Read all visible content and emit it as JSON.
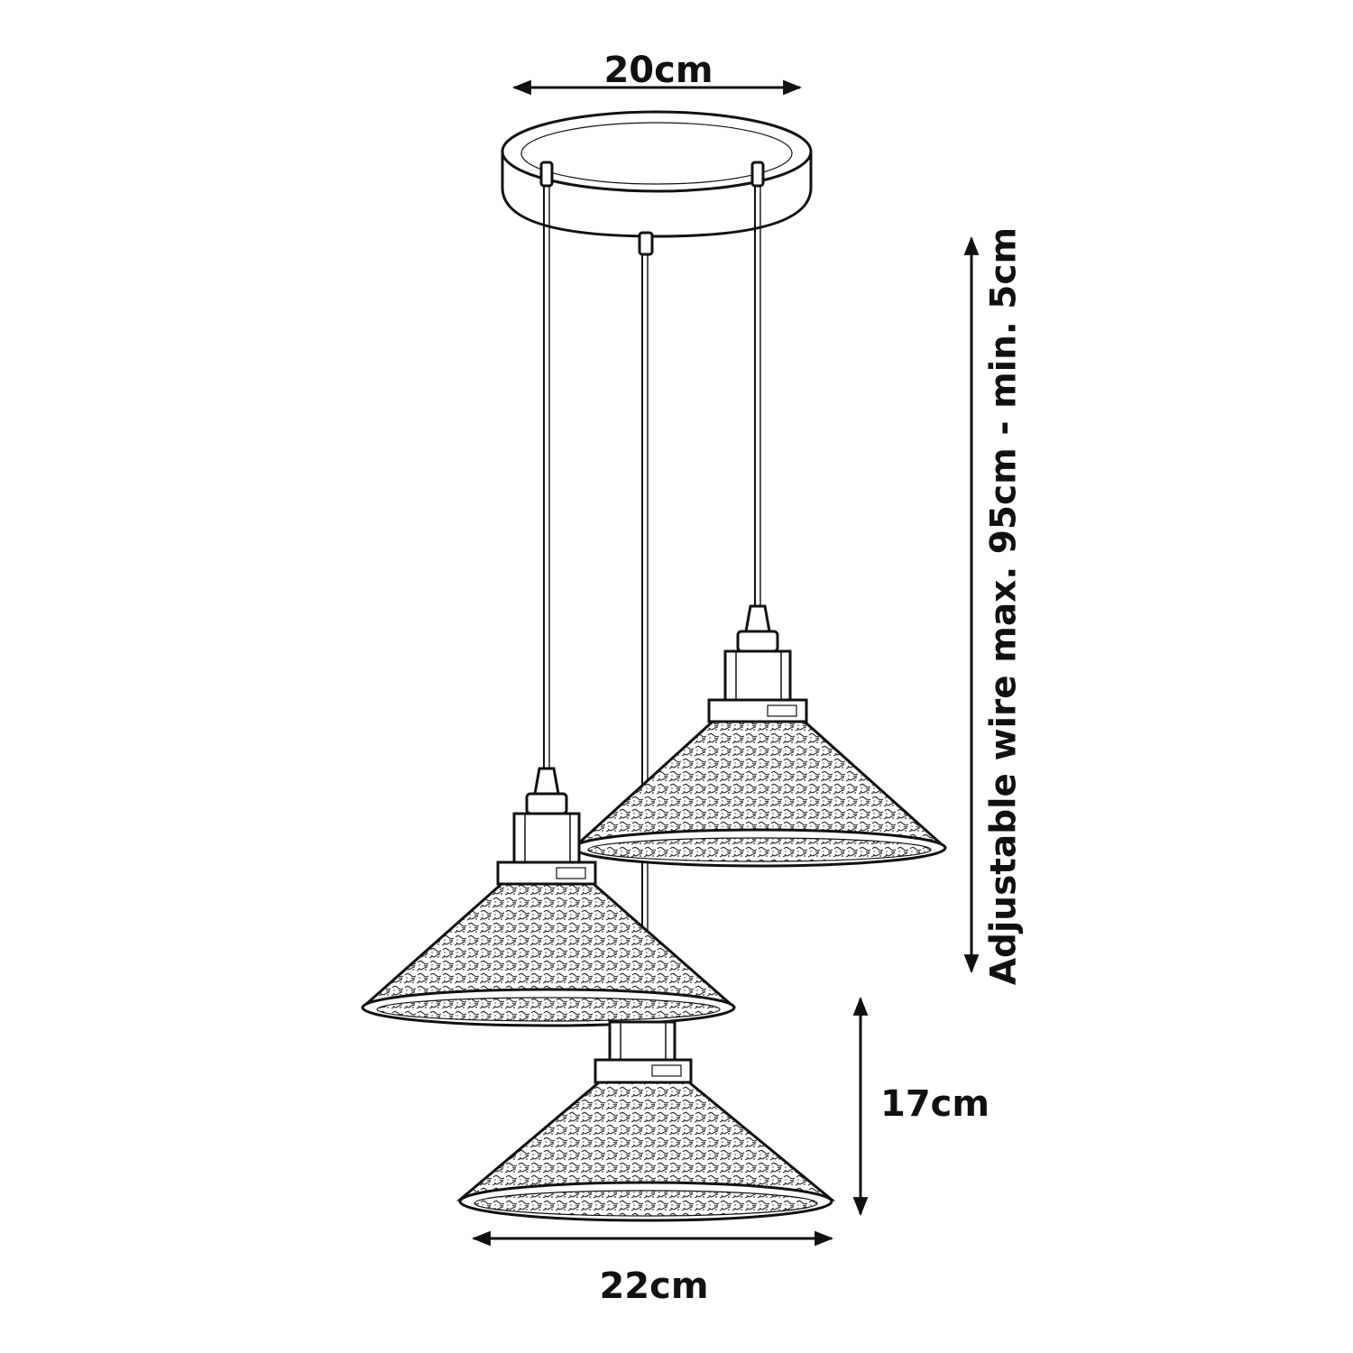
{
  "dimensions": {
    "canopy_width": "20cm",
    "shade_width": "22cm",
    "shade_height": "17cm",
    "wire_length": "Adjustable wire max. 95cm - min. 5cm"
  },
  "colors": {
    "line": "#111111",
    "background": "#ffffff",
    "texture": "#3a3a3a"
  }
}
